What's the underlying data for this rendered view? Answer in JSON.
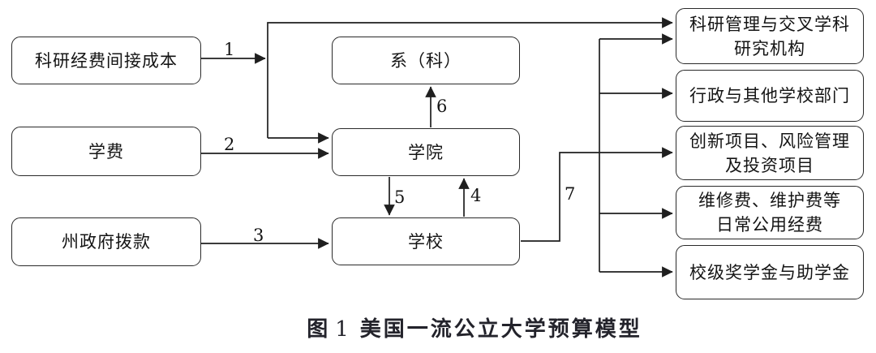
{
  "colors": {
    "ink": "#1f1f1f",
    "background": "#ffffff"
  },
  "figure": {
    "caption": {
      "prefix": "图",
      "number": "1",
      "title": "美国一流公立大学预算模型"
    },
    "nodes": {
      "indirect_cost": {
        "label": "科研经费间接成本"
      },
      "tuition": {
        "label": "学费"
      },
      "state_funding": {
        "label": "州政府拨款"
      },
      "department": {
        "label": "系（科）"
      },
      "college": {
        "label": "学院"
      },
      "university": {
        "label": "学校"
      },
      "research_admin": {
        "line1": "科研管理与交叉学科",
        "line2": "研究机构"
      },
      "admin_depts": {
        "label": "行政与其他学校部门"
      },
      "innovation": {
        "line1": "创新项目、风险管理",
        "line2": "及投资项目"
      },
      "maintenance": {
        "line1": "维修费、维护费等",
        "line2": "日常公用经费"
      },
      "scholarship": {
        "label": "校级奖学金与助学金"
      }
    },
    "edge_labels": {
      "e1": "1",
      "e2": "2",
      "e3": "3",
      "e4": "4",
      "e5": "5",
      "e6": "6",
      "e7": "7"
    }
  }
}
